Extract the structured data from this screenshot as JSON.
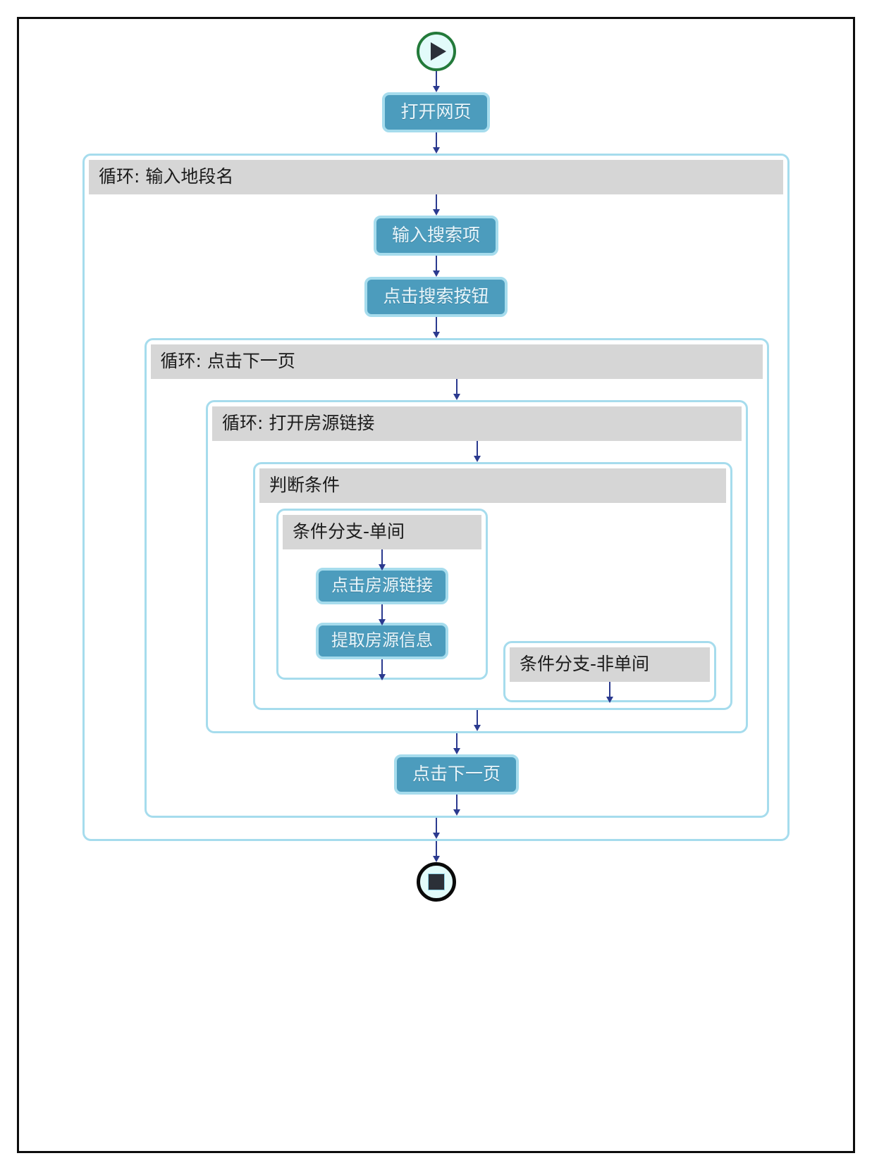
{
  "diagram": {
    "title_present": false,
    "colors": {
      "node_fill": "#4c9cbd",
      "node_border": "#a6dced",
      "node_text": "#e9f6fb",
      "block_border": "#a6dced",
      "block_header_fill": "#d6d6d6",
      "block_header_text": "#1b1b1b",
      "arrow": "#2b3a8f",
      "start_ring": "#237a3a",
      "end_ring": "#0a0a0a",
      "terminator_fill": "#e2fbfa",
      "frame": "#0d0d0d"
    },
    "start": {
      "icon": "play-icon",
      "label": ""
    },
    "end": {
      "icon": "stop-icon",
      "label": ""
    },
    "nodes": {
      "open_page": "打开网页",
      "input_search_term": "输入搜索项",
      "click_search_button": "点击搜索按钮",
      "click_listing_link": "点击房源链接",
      "extract_listing_info": "提取房源信息",
      "click_next_page": "点击下一页"
    },
    "blocks": {
      "loop_district": "循环: 输入地段名",
      "loop_next_page": "循环: 点击下一页",
      "loop_open_listing": "循环: 打开房源链接",
      "condition": "判断条件",
      "branch_single": "条件分支-单间",
      "branch_non_single": "条件分支-非单间"
    }
  }
}
